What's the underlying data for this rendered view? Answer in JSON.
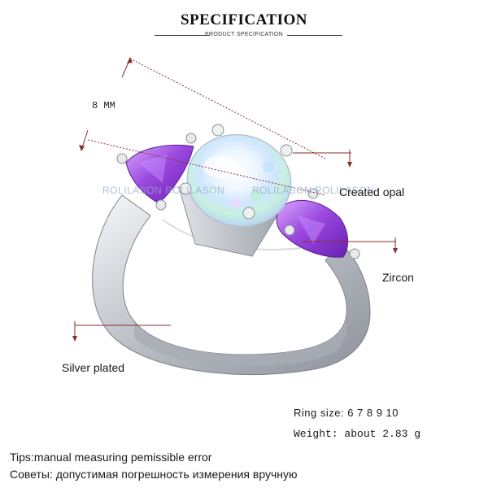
{
  "header": {
    "title": "SPECIFICATION",
    "subtitle": "PRODUCT SPECIFICATION"
  },
  "dimension": {
    "label": "8 MM"
  },
  "labels": {
    "opal": "Created opal",
    "zircon": "Zircon",
    "silver": "Silver plated"
  },
  "specs": {
    "ring_size": "Ring size: 6 7 8 9 10",
    "weight": "Weight: about  2.83 g"
  },
  "tips": {
    "en": "Tips:manual measuring pemissible error",
    "ru": "Советы: допустимая погрешность измерения вручную"
  },
  "watermark": {
    "left": "ROLILASON  ROLILASON",
    "right": "ROLILASON ROLILASON"
  },
  "colors": {
    "annotation_line": "#8b2d2d",
    "silver": "#c9ccd1",
    "amethyst": "#8e3fd0",
    "opal": "#e6f2ff"
  }
}
